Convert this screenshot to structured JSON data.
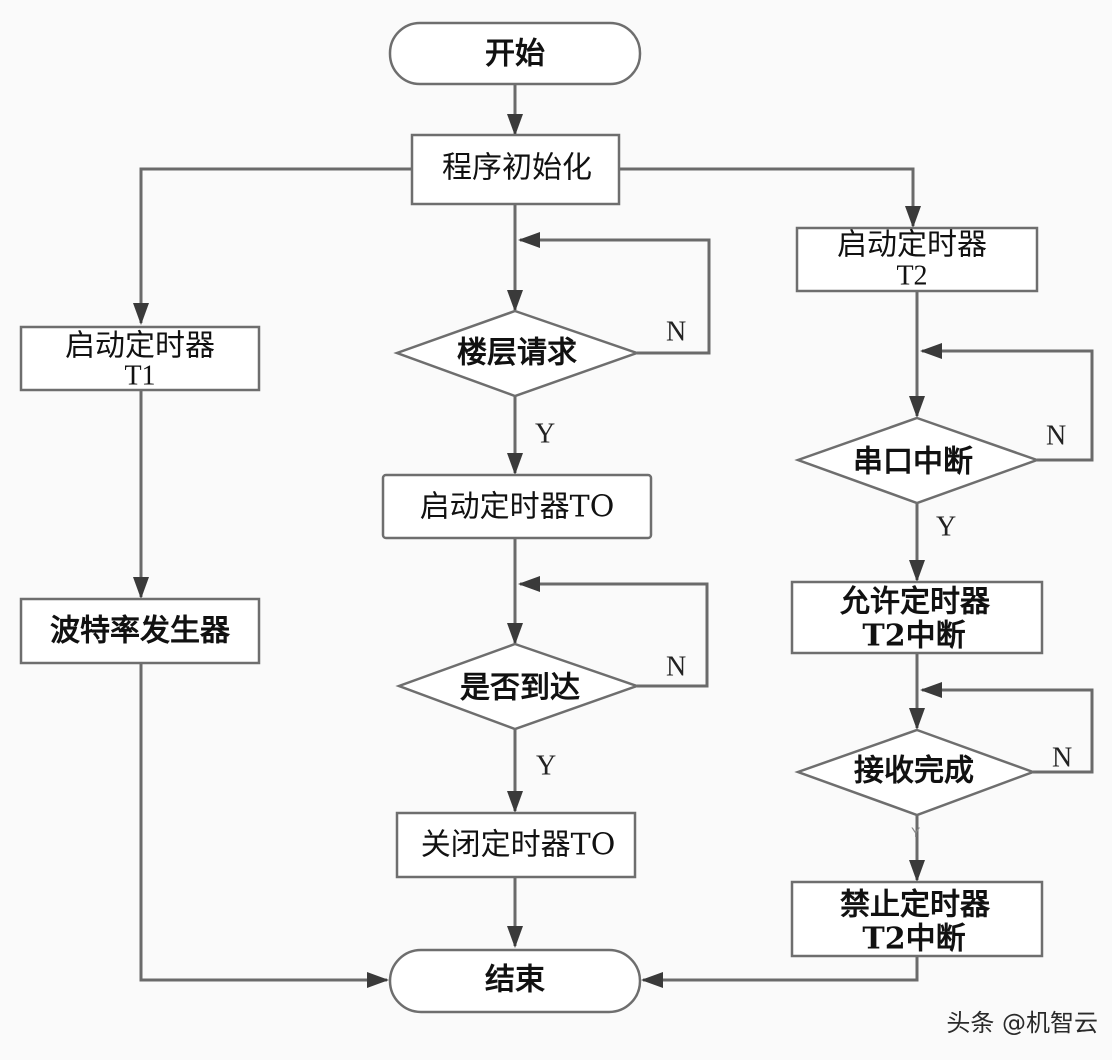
{
  "diagram": {
    "type": "flowchart",
    "nodes": {
      "start": {
        "label": "开始",
        "shape": "terminal"
      },
      "init": {
        "label": "程序初始化",
        "shape": "process"
      },
      "t1_start": {
        "label_line1": "启动定时器",
        "label_line2": "T1",
        "shape": "process"
      },
      "baud_gen": {
        "label": "波特率发生器",
        "shape": "process"
      },
      "floor_request": {
        "label": "楼层请求",
        "shape": "decision"
      },
      "t0_start": {
        "label": "启动定时器TO",
        "shape": "process"
      },
      "arrived": {
        "label": "是否到达",
        "shape": "decision"
      },
      "t0_stop": {
        "label": "关闭定时器TO",
        "shape": "process"
      },
      "t2_start": {
        "label_line1": "启动定时器",
        "label_line2": "T2",
        "shape": "process"
      },
      "serial_interrupt": {
        "label": "串口中断",
        "shape": "decision"
      },
      "t2_enable_int": {
        "label_line1": "允许定时器",
        "label_line2": "T2中断",
        "shape": "process"
      },
      "receive_done": {
        "label": "接收完成",
        "shape": "decision"
      },
      "t2_disable_int": {
        "label_line1": "禁止定时器",
        "label_line2": "T2中断",
        "shape": "process"
      },
      "end": {
        "label": "结束",
        "shape": "terminal"
      }
    },
    "edge_labels": {
      "yes": "Y",
      "no": "N"
    },
    "edges": [
      {
        "from": "start",
        "to": "init",
        "label": ""
      },
      {
        "from": "init",
        "to": "t1_start",
        "label": ""
      },
      {
        "from": "init",
        "to": "floor_request",
        "label": ""
      },
      {
        "from": "init",
        "to": "t2_start",
        "label": ""
      },
      {
        "from": "t1_start",
        "to": "baud_gen",
        "label": ""
      },
      {
        "from": "baud_gen",
        "to": "end",
        "label": ""
      },
      {
        "from": "floor_request",
        "to": "floor_request",
        "label": "N"
      },
      {
        "from": "floor_request",
        "to": "t0_start",
        "label": "Y"
      },
      {
        "from": "t0_start",
        "to": "arrived",
        "label": ""
      },
      {
        "from": "arrived",
        "to": "arrived",
        "label": "N"
      },
      {
        "from": "arrived",
        "to": "t0_stop",
        "label": "Y"
      },
      {
        "from": "t0_stop",
        "to": "end",
        "label": ""
      },
      {
        "from": "t2_start",
        "to": "serial_interrupt",
        "label": ""
      },
      {
        "from": "serial_interrupt",
        "to": "serial_interrupt",
        "label": "N"
      },
      {
        "from": "serial_interrupt",
        "to": "t2_enable_int",
        "label": "Y"
      },
      {
        "from": "t2_enable_int",
        "to": "receive_done",
        "label": ""
      },
      {
        "from": "receive_done",
        "to": "receive_done",
        "label": "N"
      },
      {
        "from": "receive_done",
        "to": "t2_disable_int",
        "label": "Y"
      },
      {
        "from": "t2_disable_int",
        "to": "end",
        "label": ""
      }
    ]
  },
  "watermark": "头条 @机智云"
}
